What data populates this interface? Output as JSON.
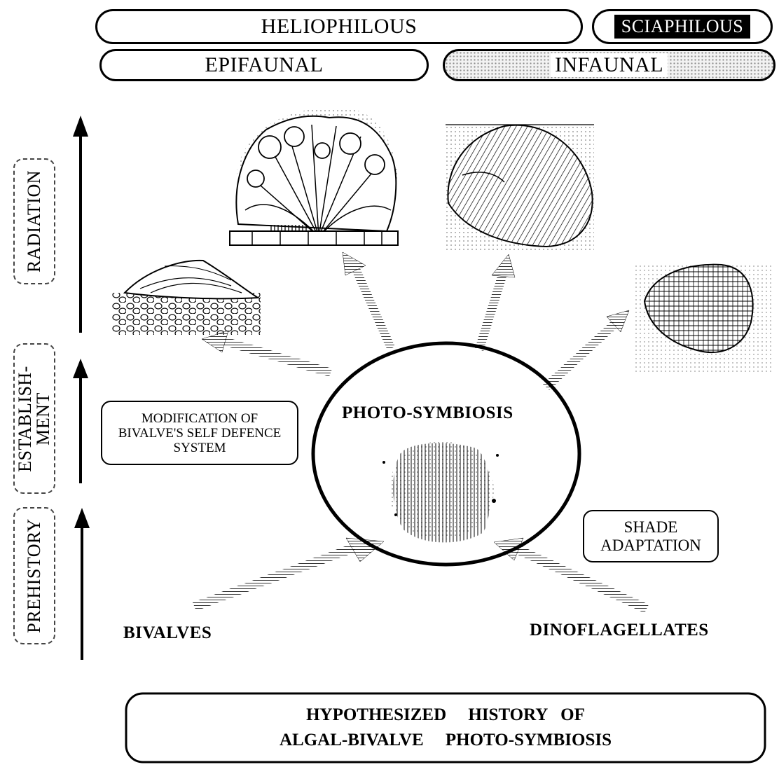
{
  "habitat": {
    "heliophilous": "HELIOPHILOUS",
    "sciaphilous": "SCIAPHILOUS",
    "epifaunal": "EPIFAUNAL",
    "infaunal": "INFAUNAL"
  },
  "stages": {
    "radiation": "RADIATION",
    "establishment": "ESTABLISH-\nMENT",
    "prehistory": "PREHISTORY"
  },
  "boxes": {
    "modification": "MODIFICATION  OF\nBIVALVE'S SELF DEFENCE\nSYSTEM",
    "shade": "SHADE\nADAPTATION"
  },
  "labels": {
    "center": "PHOTO-SYMBIOSIS",
    "bivalves": "BIVALVES",
    "dinoflagellates": "DINOFLAGELLATES"
  },
  "caption": {
    "line1": "HYPOTHESIZED     HISTORY   OF",
    "line2": "ALGAL-BIVALVE     PHOTO-SYMBIOSIS"
  }
}
